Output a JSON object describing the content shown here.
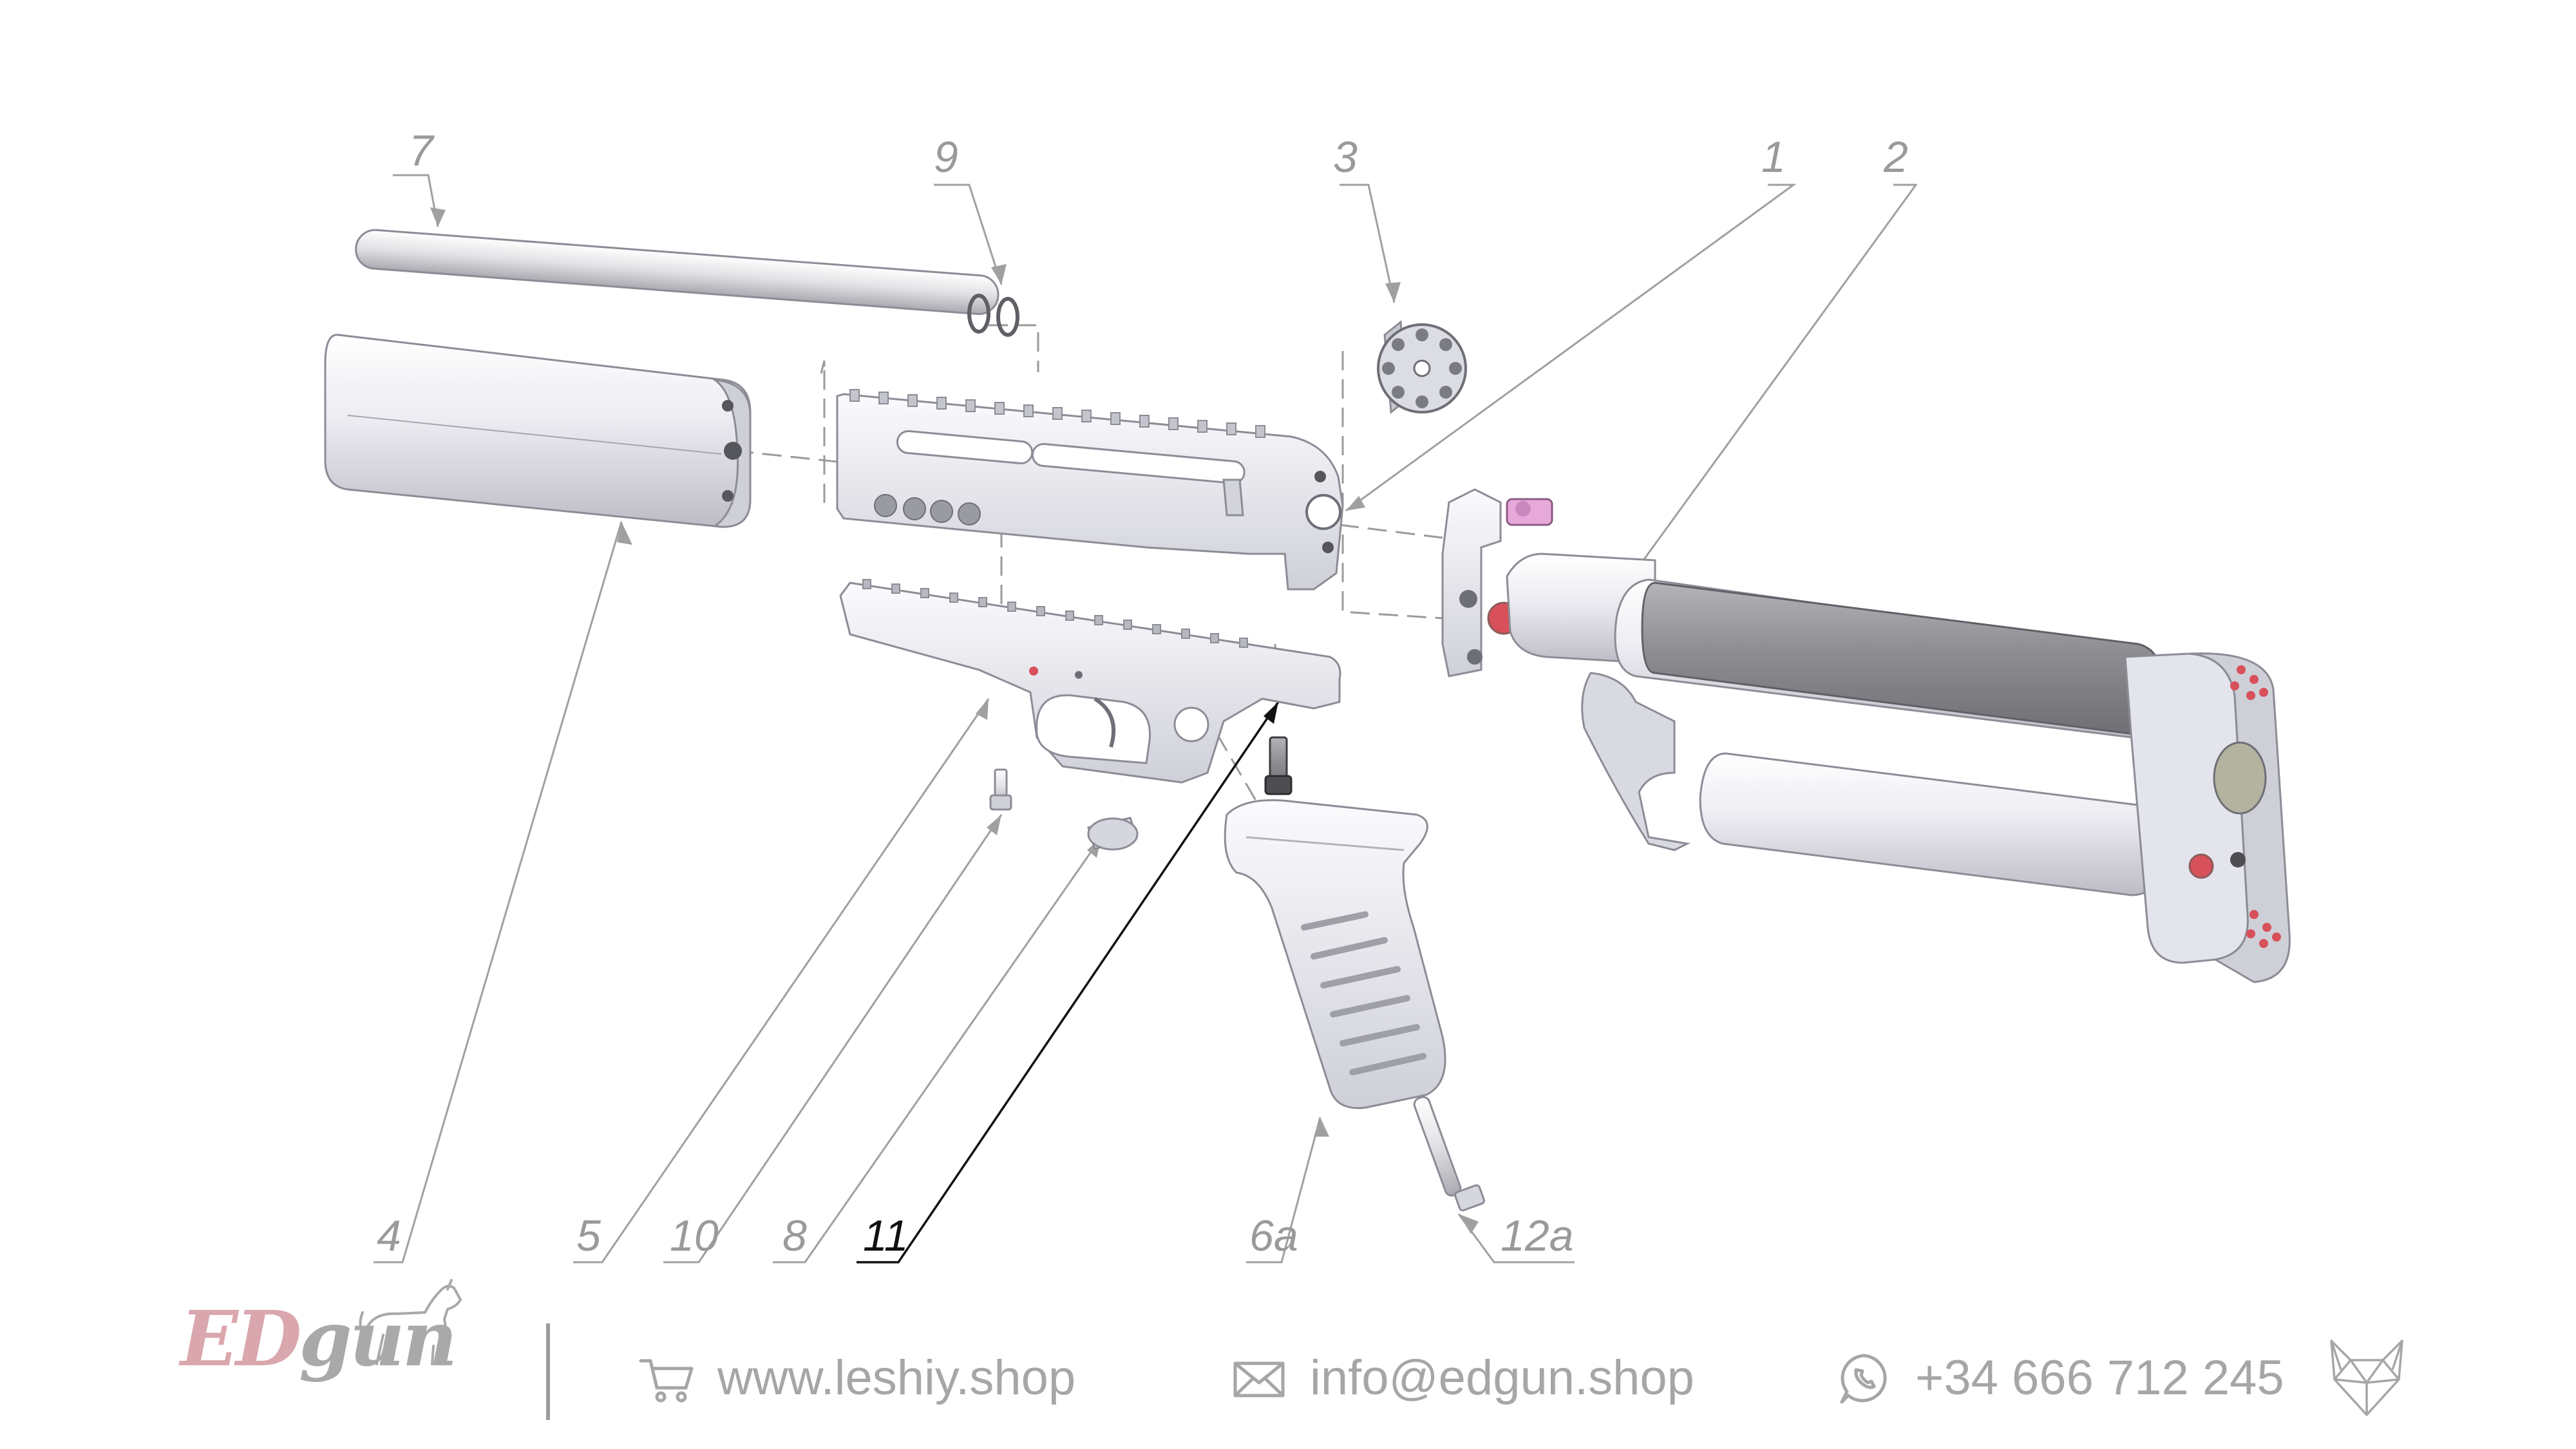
{
  "diagram": {
    "callouts": {
      "c7": "7",
      "c9": "9",
      "c3": "3",
      "c1": "1",
      "c2": "2",
      "c4": "4",
      "c5": "5",
      "c10": "10",
      "c8": "8",
      "c11": "11",
      "c6a": "6a",
      "c12a": "12a"
    }
  },
  "footer": {
    "brand_ed": "ED",
    "brand_gun": "gun",
    "website": "www.leshiy.shop",
    "email": "info@edgun.shop",
    "phone": "+34 666 712 245",
    "icons": [
      "dog-logo",
      "cart-icon",
      "envelope-icon",
      "whatsapp-icon",
      "fox-logo"
    ]
  },
  "colors": {
    "callout_text": "#9a9a9a",
    "callout_highlight": "#111111",
    "brand_ed": "#d9a7ad",
    "brand_gun": "#a9a9a9",
    "footer_text": "#a6a6a6",
    "part_fill": "#e4e4ec",
    "part_stroke": "#8c8c96",
    "tube_dark": "#8f8f93",
    "accent_red": "#d8505a",
    "accent_pink": "#e7a9da"
  }
}
